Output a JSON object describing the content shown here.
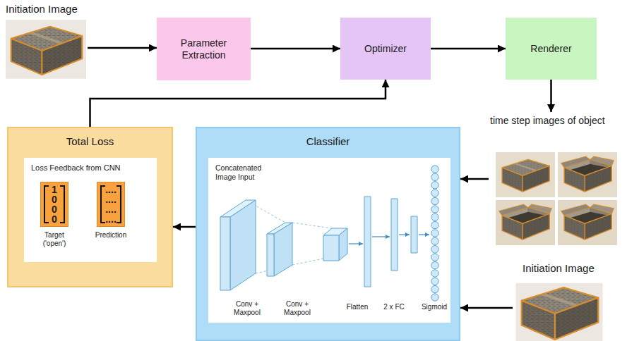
{
  "diagram": {
    "nodes": [
      {
        "text": [
          "Initiation Image"
        ]
      },
      {
        "text": [
          "Parameter Extraction"
        ]
      },
      {
        "text": [
          "Optimizer"
        ]
      },
      {
        "text": [
          "Renderer"
        ]
      },
      {
        "text": [
          "time step images of object"
        ]
      },
      {
        "text": [
          "Total Loss"
        ]
      },
      {
        "text": [
          "Loss Feedback from CNN"
        ],
        "in": 5
      },
      {
        "text": [
          "1",
          "0",
          "0",
          "0",
          "Target ('open')"
        ],
        "in": 6
      },
      {
        "text": [
          "....",
          "....",
          "....",
          "....",
          "Prediction"
        ],
        "in": 6
      },
      {
        "text": [
          "Classifier"
        ]
      },
      {
        "text": [
          "Concatenated Image Input"
        ],
        "in": 9
      },
      {
        "text": [
          "Initiation Image"
        ]
      }
    ],
    "edges": [
      {
        "from": 0,
        "to": 1,
        "arrow": "to"
      },
      {
        "from": 1,
        "to": 2,
        "arrow": "to"
      },
      {
        "from": 2,
        "to": 3,
        "arrow": "to"
      },
      {
        "from": 3,
        "to": 4,
        "arrow": "to"
      },
      {
        "from": 4,
        "to": 9,
        "arrow": "to"
      },
      {
        "from": 11,
        "to": 9,
        "arrow": "to"
      },
      {
        "from": 9,
        "to": 5,
        "arrow": "to"
      },
      {
        "from": 5,
        "to": 2,
        "arrow": "to"
      }
    ],
    "labels": [
      "Conv + Maxpool",
      "Conv + Maxpool",
      "Flatten",
      "2 x FC",
      "Sigmoid"
    ]
  }
}
